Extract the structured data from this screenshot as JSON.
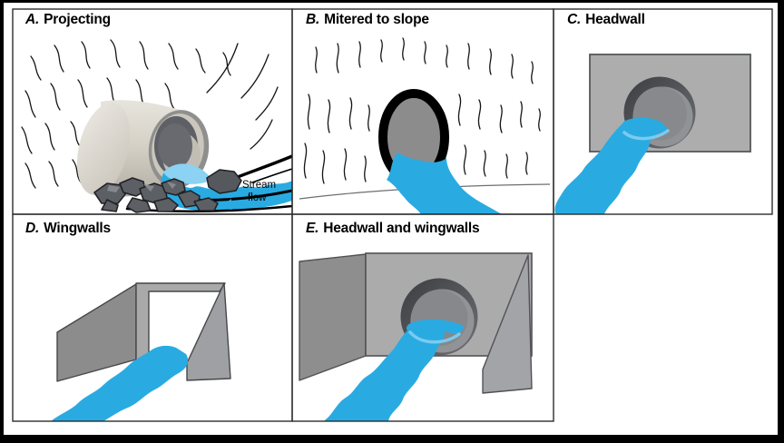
{
  "panels": {
    "a": {
      "letter": "A.",
      "title": "Projecting"
    },
    "b": {
      "letter": "B.",
      "title": "Mitered to slope"
    },
    "c": {
      "letter": "C.",
      "title": "Headwall"
    },
    "d": {
      "letter": "D.",
      "title": "Wingwalls"
    },
    "e": {
      "letter": "E.",
      "title": "Headwall and wingwalls"
    }
  },
  "annotations": {
    "stream_flow": {
      "line1": "Stream",
      "line2": "flow"
    }
  },
  "colors": {
    "water_blue": "#29ABE2",
    "water_highlight": "#7BCBEF",
    "concrete_gray": "#ABABAB",
    "ring_dark": "#3C3D41",
    "pipe_beige": "#D6D2C8",
    "outline_black": "#000000"
  }
}
